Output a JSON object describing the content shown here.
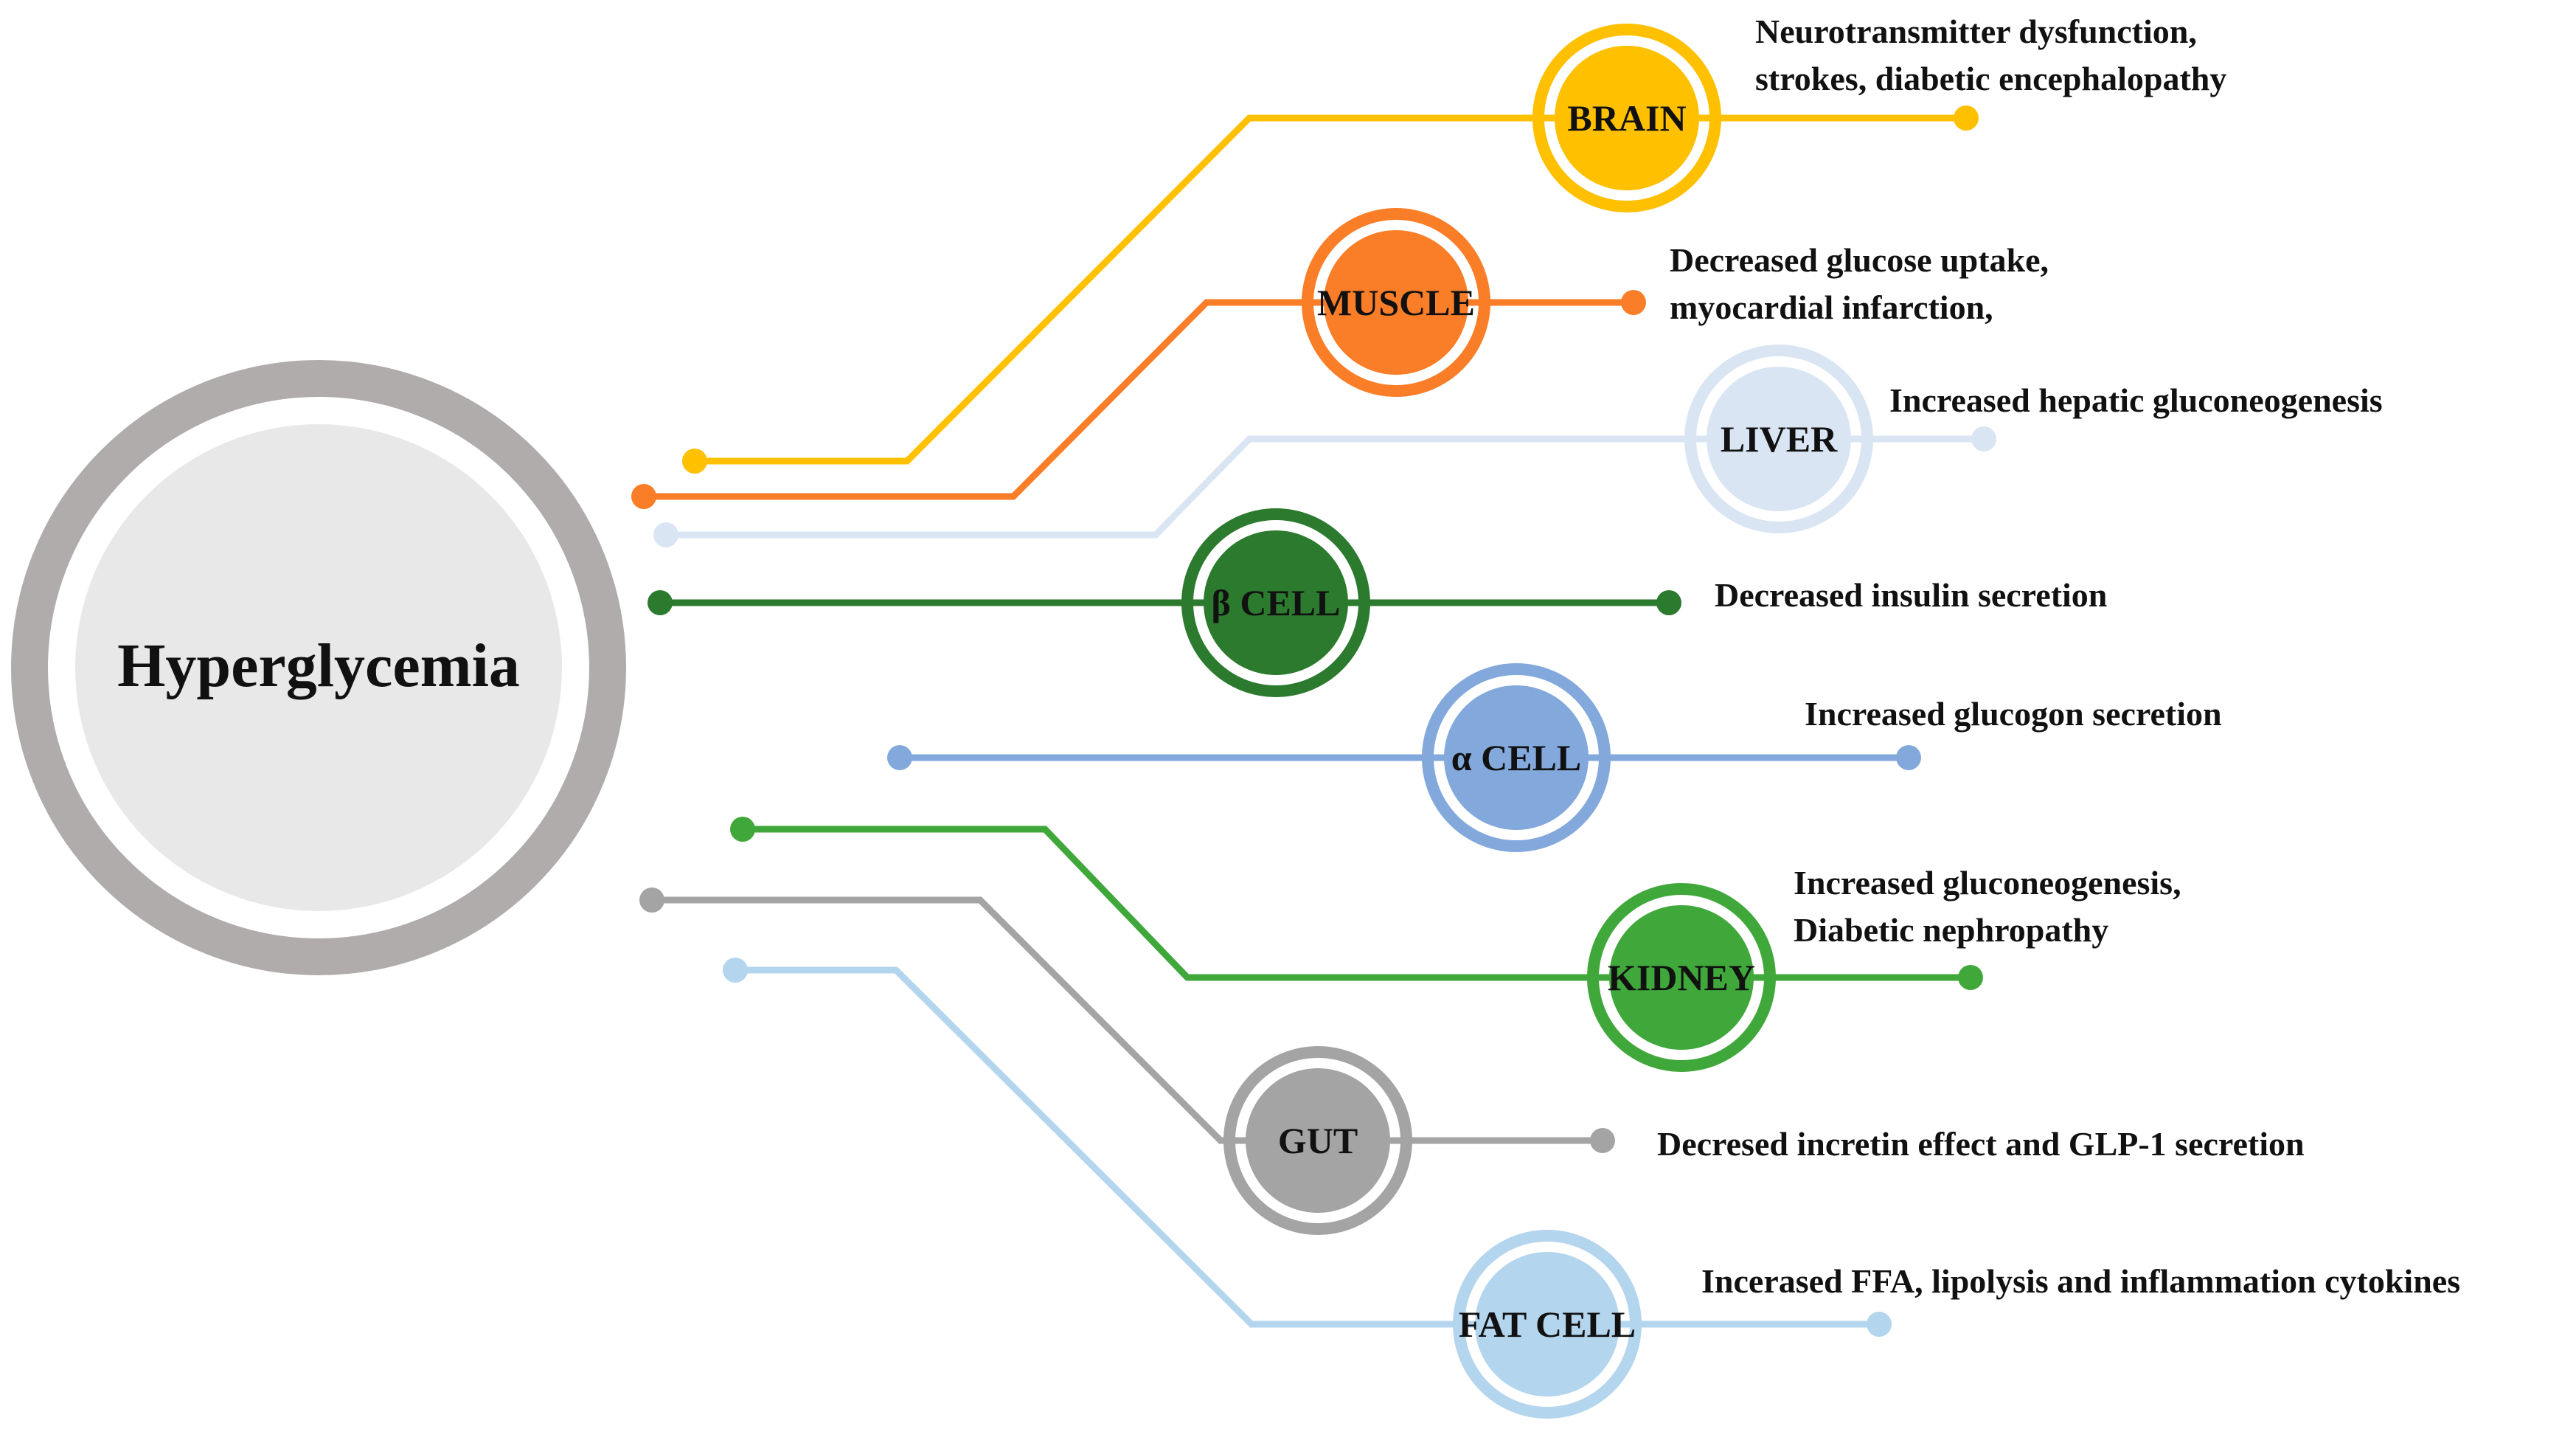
{
  "center": {
    "label": "Hyperglycemia",
    "ring_color": "#b0acab",
    "fill_color": "#e8e8e8"
  },
  "organs": [
    {
      "id": "brain",
      "label": "BRAIN",
      "color": "#ffc000",
      "description_lines": [
        "Neurotransmitter dysfunction,",
        "strokes, diabetic encephalopathy"
      ]
    },
    {
      "id": "muscle",
      "label": "MUSCLE",
      "color": "#fa7d28",
      "description_lines": [
        "Decreased glucose uptake,",
        "myocardial infarction,"
      ]
    },
    {
      "id": "liver",
      "label": "LIVER",
      "color": "#dae5f4",
      "description_lines": [
        "Increased hepatic gluconeogenesis"
      ]
    },
    {
      "id": "beta-cell",
      "label": "β CELL",
      "color": "#2b7a2e",
      "description_lines": [
        "Decreased insulin secretion"
      ]
    },
    {
      "id": "alpha-cell",
      "label": "α CELL",
      "color": "#82a8dc",
      "description_lines": [
        "Increased glucogon secretion"
      ]
    },
    {
      "id": "kidney",
      "label": "KIDNEY",
      "color": "#40a83b",
      "description_lines": [
        "Increased gluconeogenesis,",
        "Diabetic nephropathy"
      ]
    },
    {
      "id": "gut",
      "label": "GUT",
      "color": "#a4a4a4",
      "description_lines": [
        "Decresed incretin effect and GLP-1 secretion"
      ]
    },
    {
      "id": "fat-cell",
      "label": "FAT CELL",
      "color": "#b4d5ee",
      "description_lines": [
        "Incerased FFA, lipolysis and inflammation cytokines"
      ]
    }
  ]
}
